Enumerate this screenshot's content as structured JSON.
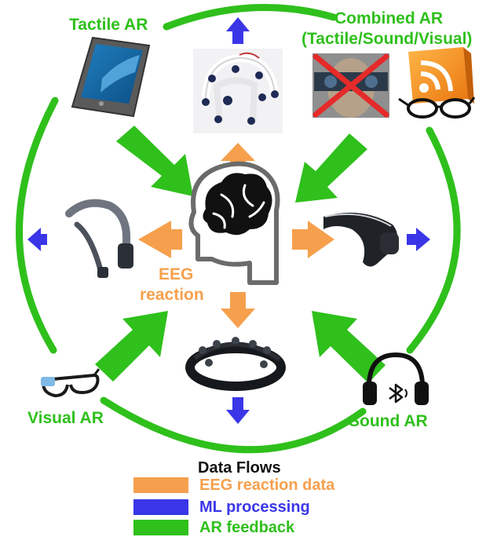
{
  "colors": {
    "eeg": "#f6a04d",
    "ml": "#3a36e8",
    "ar": "#2fc01c",
    "text_dark": "#111111"
  },
  "labels": {
    "tactile_ar": "Tactile AR",
    "combined_ar_line1": "Combined AR",
    "combined_ar_line2": "(Tactile/Sound/Visual)",
    "visual_ar": "Visual AR",
    "sound_ar": "Sound AR",
    "eeg_reaction_line1": "EEG",
    "eeg_reaction_line2": "reaction"
  },
  "legend": {
    "title": "Data Flows",
    "items": [
      {
        "label": "EEG reaction data",
        "color": "#f6a04d"
      },
      {
        "label": "ML processing",
        "color": "#3a36e8"
      },
      {
        "label": "AR feedback",
        "color": "#2fc01c"
      }
    ]
  },
  "icons": {
    "center": "brain-head-icon",
    "tactile": "tablet-icon",
    "visual": "smart-glasses-icon",
    "sound": "bluetooth-headphones-icon",
    "combined": [
      "crossed-face-vr-icon",
      "rss-feed-with-glasses-icon"
    ],
    "headsets": [
      "eeg-cap-top-icon",
      "eeg-headset-left-icon",
      "eeg-headband-right-icon",
      "eeg-headset-bottom-icon"
    ]
  }
}
